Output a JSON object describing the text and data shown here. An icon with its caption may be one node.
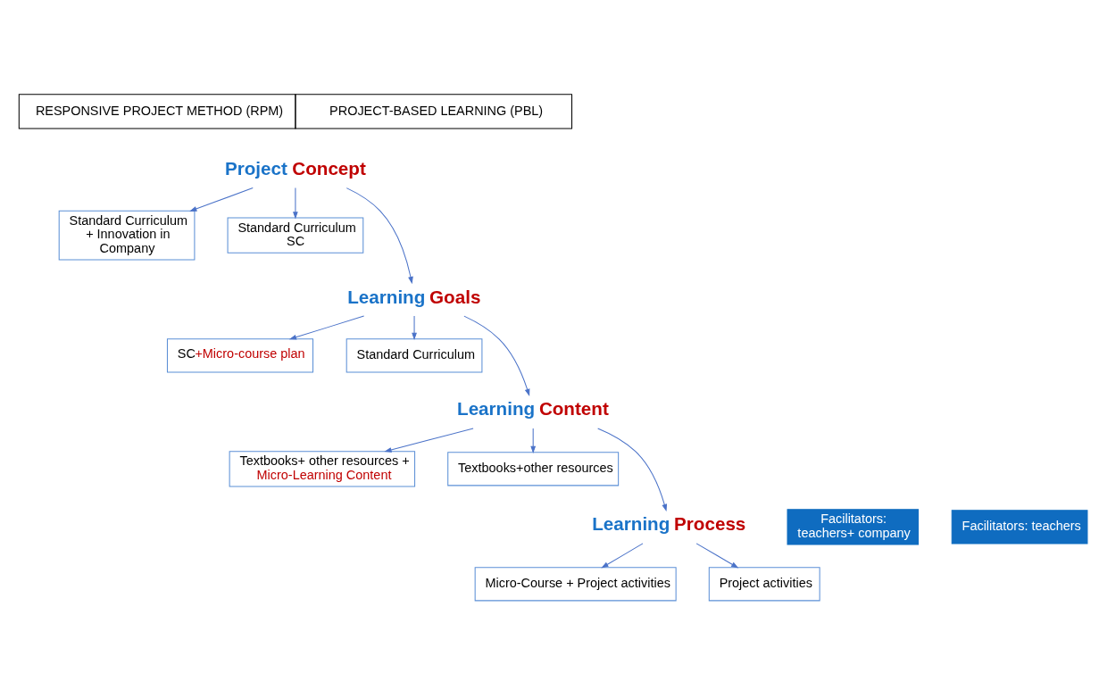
{
  "diagram": {
    "nodes": [
      {
        "text": [
          "Project Concept"
        ]
      },
      {
        "text": [
          "Standard Curriculum + Innovation in Company"
        ]
      },
      {
        "text": [
          "Standard Curriculum SC"
        ]
      },
      {
        "text": [
          "Learning Goals"
        ]
      },
      {
        "text": [
          "SC+Micro-course plan"
        ]
      },
      {
        "text": [
          "Standard Curriculum"
        ]
      },
      {
        "text": [
          "Learning Content"
        ]
      },
      {
        "text": [
          "Textbooks+ other resources + Micro-Learning Content"
        ]
      },
      {
        "text": [
          "Textbooks+other resources"
        ]
      },
      {
        "text": [
          "Learning Process"
        ]
      },
      {
        "text": [
          "Facilitators: teachers+ company"
        ]
      },
      {
        "text": [
          "Facilitators: teachers"
        ]
      },
      {
        "text": [
          "Micro-Course + Project activities"
        ]
      },
      {
        "text": [
          "Project activities"
        ]
      }
    ],
    "edges": [
      {
        "from": 0,
        "to": 1,
        "arrow": "to"
      },
      {
        "from": 0,
        "to": 3,
        "arrow": "to"
      },
      {
        "from": 0,
        "to": 2,
        "arrow": "to"
      },
      {
        "from": 3,
        "to": 4,
        "arrow": "to"
      },
      {
        "from": 3,
        "to": 6,
        "arrow": "to"
      },
      {
        "from": 3,
        "to": 5,
        "arrow": "to"
      },
      {
        "from": 6,
        "to": 7,
        "arrow": "to"
      },
      {
        "from": 6,
        "to": 9,
        "arrow": "to"
      },
      {
        "from": 6,
        "to": 8,
        "arrow": "to"
      },
      {
        "from": 9,
        "to": 12,
        "arrow": "to"
      },
      {
        "from": 9,
        "to": 13,
        "arrow": "to"
      }
    ],
    "labels": [
      "RESPONSIVE PROJECT METHOD (RPM)",
      "PROJECT-BASED LEARNING (PBL)"
    ]
  }
}
